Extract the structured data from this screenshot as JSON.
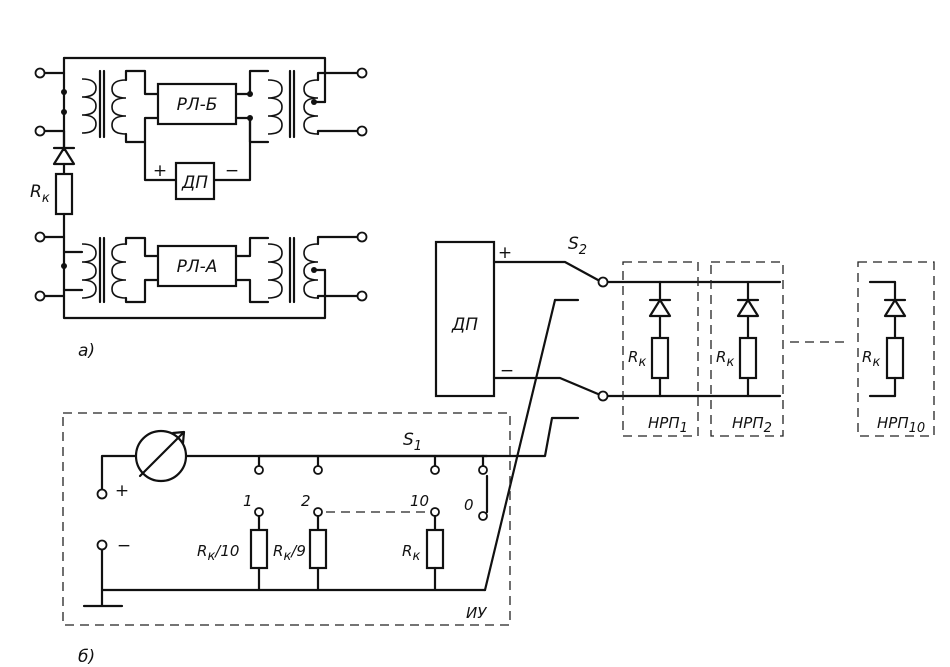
{
  "diagram_a": {
    "caption": "а)",
    "relay_b": "РЛ-Б",
    "relay_a": "РЛ-А",
    "sensor": "ДП",
    "sensor_plus": "+",
    "sensor_minus": "−",
    "resistor": "R",
    "resistor_sub": "к"
  },
  "diagram_b": {
    "caption": "б)",
    "sensor": "ДП",
    "sensor_plus": "+",
    "sensor_minus": "−",
    "switch_s2": "S",
    "switch_s2_sub": "2",
    "switch_s1": "S",
    "switch_s1_sub": "1",
    "meter_plus": "+",
    "meter_minus": "−",
    "unit": "ИУ",
    "nrp_boxes": [
      {
        "label": "НРП",
        "sub": "1",
        "res": "R",
        "res_sub": "к"
      },
      {
        "label": "НРП",
        "sub": "2",
        "res": "R",
        "res_sub": "к"
      },
      {
        "label": "НРП",
        "sub": "10",
        "res": "R",
        "res_sub": "к"
      }
    ],
    "positions": [
      "1",
      "2",
      "10",
      "0"
    ],
    "scale_resistors": [
      {
        "label": "R",
        "sub": "к",
        "suffix": "/10"
      },
      {
        "label": "R",
        "sub": "к",
        "suffix": "/9"
      },
      {
        "label": "R",
        "sub": "к",
        "suffix": ""
      }
    ]
  }
}
